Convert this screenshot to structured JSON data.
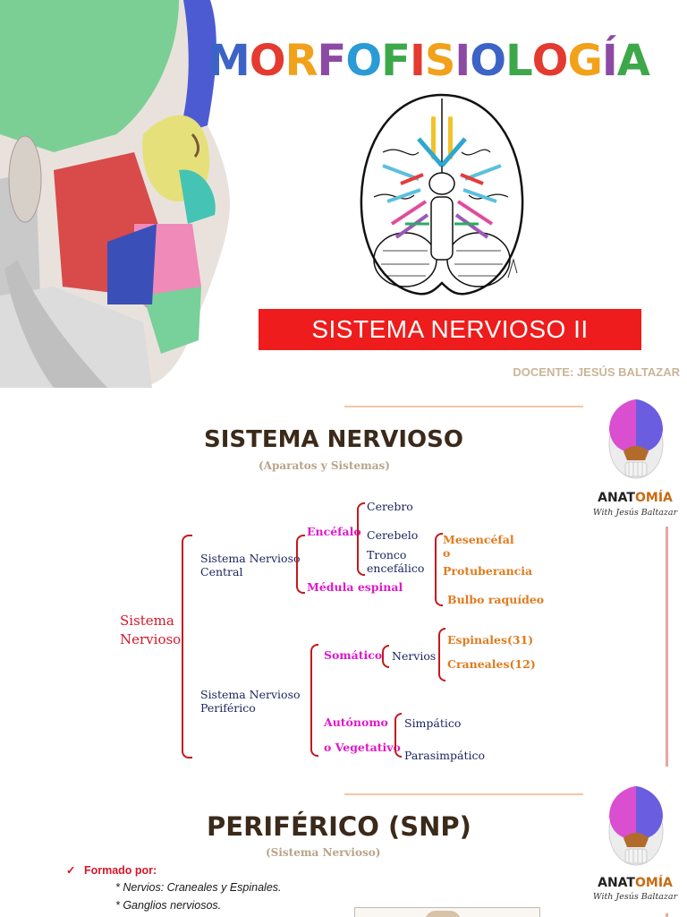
{
  "slide1": {
    "title_letters": [
      {
        "ch": "M",
        "color": "#3c63c6"
      },
      {
        "ch": "O",
        "color": "#e43a2f"
      },
      {
        "ch": "R",
        "color": "#f2a11a"
      },
      {
        "ch": "F",
        "color": "#8d4aa5"
      },
      {
        "ch": "O",
        "color": "#2a9bd7"
      },
      {
        "ch": "F",
        "color": "#3da84a"
      },
      {
        "ch": "I",
        "color": "#e43a2f"
      },
      {
        "ch": "S",
        "color": "#f2a11a"
      },
      {
        "ch": "I",
        "color": "#8d4aa5"
      },
      {
        "ch": "O",
        "color": "#3c63c6"
      },
      {
        "ch": "L",
        "color": "#3da84a"
      },
      {
        "ch": "O",
        "color": "#e43a2f"
      },
      {
        "ch": "G",
        "color": "#f2a11a"
      },
      {
        "ch": "Í",
        "color": "#8d4aa5"
      },
      {
        "ch": "A",
        "color": "#3da84a"
      }
    ],
    "banner": "SISTEMA NERVIOSO II",
    "docente": "DOCENTE: JESÚS BALTAZAR"
  },
  "slide2": {
    "title": "SISTEMA NERVIOSO",
    "subtitle": "(Aparatos y Sistemas)",
    "root": "Sistema\nNervioso",
    "snc": "Sistema Nervioso\nCentral",
    "encefalo": "Encéfalo",
    "cerebro": "Cerebro",
    "cerebelo": "Cerebelo",
    "tronco": "Tronco\nencefálico",
    "mesencefalo": "Mesencéfal\no",
    "protuberancia": "Protuberancia",
    "bulbo": "Bulbo raquídeo",
    "medula": "Médula espinal",
    "snp": "Sistema Nervioso\nPeriférico",
    "somatico": "Somático",
    "nervios": "Nervios",
    "espinales": "Espinales(31)",
    "craneales": "Craneales(12)",
    "autonomo": "Autónomo\n\no Vegetativo",
    "simpatico": "Simpático",
    "parasimpatico": "Parasimpático"
  },
  "logo": {
    "word_part1": "ANAT",
    "word_part2": "OMÍA",
    "sub": "With Jesús Baltazar",
    "colors": {
      "dark": "#222222",
      "accent": "#c96a12"
    }
  },
  "slide3": {
    "title": "PERIFÉRICO (SNP)",
    "subtitle": "(Sistema Nervioso)",
    "check": "✓",
    "bullet_label": "Formado por:",
    "items": [
      "* Nervios: Craneales y Espinales.",
      "* Ganglios nerviosos."
    ]
  }
}
